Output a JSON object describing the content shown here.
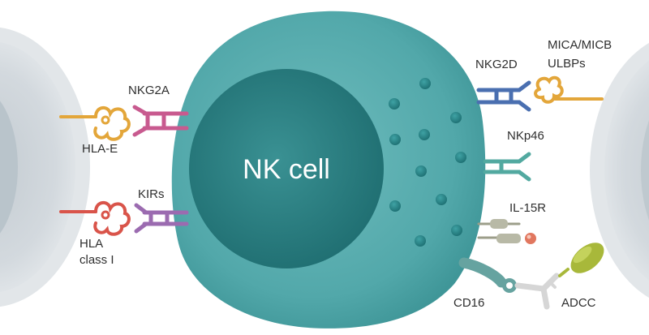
{
  "cell_label": "NK cell",
  "left_receptors": {
    "inhibitory_1": {
      "receptor": "NKG2A",
      "ligand": "HLA-E"
    },
    "inhibitory_2": {
      "receptor": "KIRs",
      "ligand_line1": "HLA",
      "ligand_line2": "class I"
    }
  },
  "right_receptors": {
    "activating_1": {
      "receptor": "NKG2D",
      "ligand_line1": "MICA/MICB",
      "ligand_line2": "ULBPs"
    },
    "activating_2": {
      "receptor": "NKp46"
    },
    "cytokine": {
      "receptor": "IL-15R"
    },
    "fc": {
      "receptor": "CD16",
      "mechanism": "ADCC"
    }
  },
  "colors": {
    "nk_cell": "#4fa7a9",
    "nucleus": "#2b7d80",
    "target_cell": "#d9dee2",
    "granule": "#2b8487",
    "nkg2a": "#c85a8f",
    "kir": "#9b6bb0",
    "hla_e": "#e3a63a",
    "hla_class_i": "#d9544a",
    "nkg2d": "#4a6fb0",
    "mica": "#e3a63a",
    "nkp46": "#52a9a0",
    "il15r": "#9c9e8a",
    "cd16": "#66a3a0",
    "antibody": "#d6d6d6",
    "antigen": "#a8b83a"
  }
}
